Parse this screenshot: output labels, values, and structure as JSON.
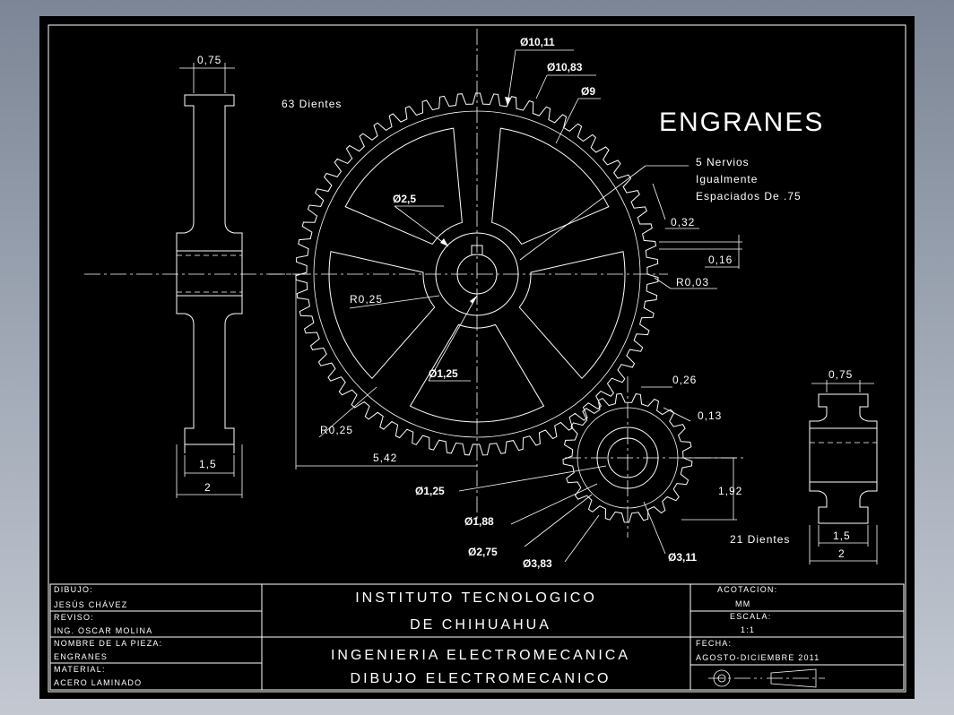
{
  "drawing": {
    "title": "ENGRANES",
    "large_gear": {
      "teeth_note": "63 Dientes",
      "ribs_note": [
        "5 Nervios",
        "Igualmente",
        "Espaciados De .75"
      ],
      "dims": {
        "d1": "Ø10,11",
        "d2": "Ø10,83",
        "d3": "Ø9",
        "hub": "Ø2,5",
        "bore": "Ø1,25",
        "r1": "R0,25",
        "r2": "R0,25",
        "r3": "R0,03",
        "len": "5,42",
        "k1": "0,32",
        "k2": "0,16"
      }
    },
    "large_side": {
      "top": "0,75",
      "in": "1,5",
      "out": "2"
    },
    "small_gear": {
      "teeth_note": "21 Dientes",
      "dims": {
        "a": "0,26",
        "b": "0,13",
        "c": "1,92",
        "bore": "Ø1,25",
        "d1": "Ø1,88",
        "d2": "Ø2,75",
        "d3": "Ø3,83",
        "d4": "Ø3,11"
      }
    },
    "small_side": {
      "top": "0,75",
      "in": "1,5",
      "out": "2"
    }
  },
  "title_block": {
    "dibujo_label": "DIBUJO:",
    "dibujo_value": "JESÚS CHÁVEZ",
    "reviso_label": "REVISO:",
    "reviso_value": "ING. OSCAR MOLINA",
    "pieza_label": "NOMBRE DE LA PIEZA:",
    "pieza_value": "ENGRANES",
    "material_label": "MATERIAL:",
    "material_value": "ACERO LAMINADO",
    "institute_line1": "INSTITUTO TECNOLOGICO",
    "institute_line2": "DE CHIHUAHUA",
    "dept_line1": "INGENIERIA ELECTROMECANICA",
    "dept_line2": "DIBUJO ELECTROMECANICO",
    "acotacion_label": "ACOTACION:",
    "acotacion_value": "MM",
    "escala_label": "ESCALA:",
    "escala_value": "1:1",
    "fecha_label": "FECHA:",
    "fecha_value": "AGOSTO-DICIEMBRE 2011"
  }
}
